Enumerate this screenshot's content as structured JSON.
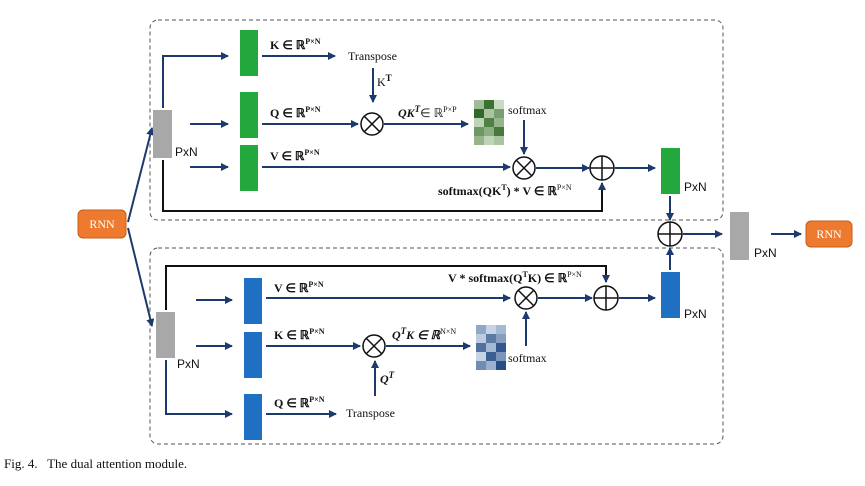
{
  "figure": {
    "caption": "Fig. 4.   The dual attention module.",
    "rnn_input_label": "RNN",
    "rnn_output_label": "RNN",
    "output_dim_label": "PxN",
    "top_branch": {
      "input_dim_label": "PxN",
      "k_label": "K ∈ ℝ",
      "k_sup": "P×N",
      "q_label": "Q ∈ ℝ",
      "q_sup": "P×N",
      "v_label": "V ∈ ℝ",
      "v_sup": "P×N",
      "transpose_label": "Transpose",
      "kt_label": "K",
      "kt_sup": "T",
      "qkt_label": "QK",
      "qkt_sup1": "T",
      "qkt_mid": "∈ ℝ",
      "qkt_sup2": "P×P",
      "softmax_label": "softmax",
      "result_label": "softmax(QK",
      "result_sup": "T",
      "result_tail": ") * V ∈ ℝ",
      "result_sup2": "P×N",
      "output_dim_label": "PxN"
    },
    "bottom_branch": {
      "input_dim_label": "PxN",
      "v_label": "V ∈ ℝ",
      "v_sup": "P×N",
      "k_label": "K ∈ ℝ",
      "k_sup": "P×N",
      "q_label": "Q ∈ ℝ",
      "q_sup": "P×N",
      "transpose_label": "Transpose",
      "qt_label": "Q",
      "qt_sup": "T",
      "qtk_label": "Q",
      "qtk_sup1": "T",
      "qtk_mid": "K  ∈ ℝ",
      "qtk_sup2": "N×N",
      "softmax_label": "softmax",
      "result_label": "V * softmax(Q",
      "result_sup": "T",
      "result_tail": "K) ∈ ℝ",
      "result_sup2": "P×N",
      "output_dim_label": "PxN"
    },
    "colors": {
      "green": "#22a83c",
      "blue": "#1f6fc2",
      "gray": "#a8a8a8",
      "orange": "#ee7a30",
      "arrow": "#1c3a6e"
    },
    "top_heatmap": [
      [
        0.35,
        0.85,
        0.15
      ],
      [
        0.9,
        0.3,
        0.55
      ],
      [
        0.2,
        0.75,
        0.4
      ],
      [
        0.6,
        0.45,
        0.8
      ],
      [
        0.4,
        0.2,
        0.3
      ]
    ],
    "bottom_heatmap": [
      [
        0.4,
        0.15,
        0.3
      ],
      [
        0.2,
        0.65,
        0.45
      ],
      [
        0.7,
        0.3,
        0.85
      ],
      [
        0.15,
        0.8,
        0.5
      ],
      [
        0.55,
        0.35,
        0.9
      ]
    ]
  }
}
